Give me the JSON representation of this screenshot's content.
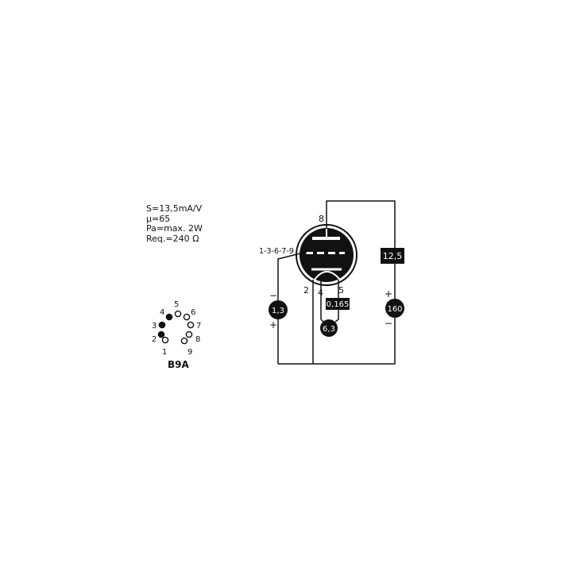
{
  "specs": {
    "transconductance": "S=13,5mA/V",
    "mu": "μ=65",
    "max_power": "Pa=max. 2W",
    "resistance": "Req.=240 Ω"
  },
  "base": {
    "type": "B9A",
    "pin_labels": [
      "1",
      "2",
      "3",
      "4",
      "5",
      "6",
      "7",
      "8",
      "9"
    ]
  },
  "circuit": {
    "pin_anode": "8",
    "pin_grid_group": "1-3-6-7-9",
    "pin_cathode": "2",
    "pin_heater_a": "4",
    "pin_heater_b": "5",
    "anode_current": "12,5",
    "grid_bias": "1,3",
    "heater_current": "0,165",
    "heater_voltage": "6,3",
    "anode_voltage": "160",
    "minus": "−",
    "plus": "+"
  }
}
